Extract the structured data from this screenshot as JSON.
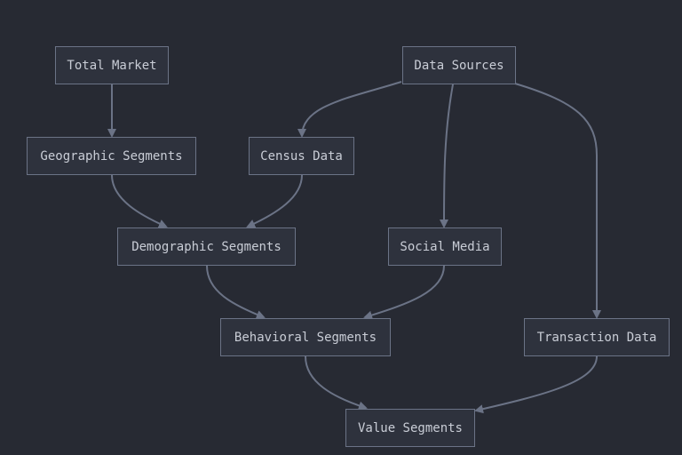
{
  "diagram": {
    "nodes": {
      "total_market": "Total Market",
      "data_sources": "Data Sources",
      "geographic_segments": "Geographic Segments",
      "census_data": "Census Data",
      "demographic_segments": "Demographic Segments",
      "social_media": "Social Media",
      "behavioral_segments": "Behavioral Segments",
      "transaction_data": "Transaction Data",
      "value_segments": "Value Segments"
    },
    "edges": [
      {
        "from": "Total Market",
        "to": "Geographic Segments"
      },
      {
        "from": "Data Sources",
        "to": "Census Data"
      },
      {
        "from": "Data Sources",
        "to": "Social Media"
      },
      {
        "from": "Data Sources",
        "to": "Transaction Data"
      },
      {
        "from": "Geographic Segments",
        "to": "Demographic Segments"
      },
      {
        "from": "Census Data",
        "to": "Demographic Segments"
      },
      {
        "from": "Demographic Segments",
        "to": "Behavioral Segments"
      },
      {
        "from": "Social Media",
        "to": "Behavioral Segments"
      },
      {
        "from": "Behavioral Segments",
        "to": "Value Segments"
      },
      {
        "from": "Transaction Data",
        "to": "Value Segments"
      }
    ]
  },
  "colors": {
    "background": "#272a33",
    "node_fill": "#2e323d",
    "node_border": "#6b7386",
    "edge": "#6b7386",
    "text": "#c9cdd6"
  }
}
